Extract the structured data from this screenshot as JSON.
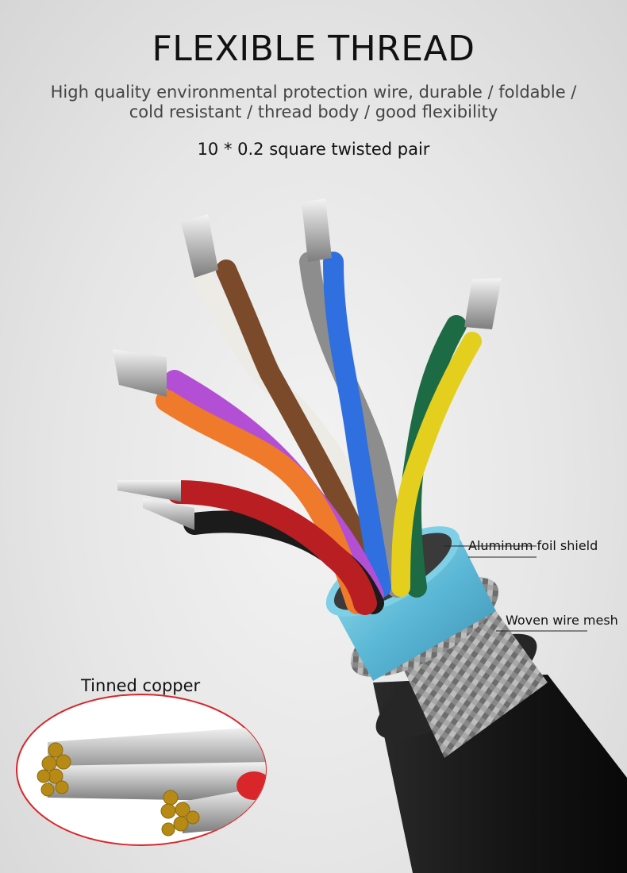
{
  "header": {
    "title": "FLEXIBLE THREAD",
    "subtitle": "High quality environmental protection wire, durable / foldable / cold resistant / thread body / good flexibility",
    "spec": "10 * 0.2 square twisted pair"
  },
  "callouts": {
    "foil": "Aluminum foil shield",
    "mesh": "Woven wire mesh",
    "copper": "Tinned copper"
  },
  "colors": {
    "jacket": "#1a1a1a",
    "foil": "#6fc6e0",
    "inset_border": "#d8262a",
    "wire_red": "#b81e22",
    "wire_black": "#1b1b1b",
    "wire_orange": "#f07a2b",
    "wire_purple": "#b34fd4",
    "wire_white": "#ecebe6",
    "wire_brown": "#7a4a2a",
    "wire_grey": "#8d8d8d",
    "wire_blue": "#2f6fe0",
    "wire_green": "#1c6b45",
    "wire_yellow": "#e4cf1e",
    "copper_core": "#b68a14"
  }
}
